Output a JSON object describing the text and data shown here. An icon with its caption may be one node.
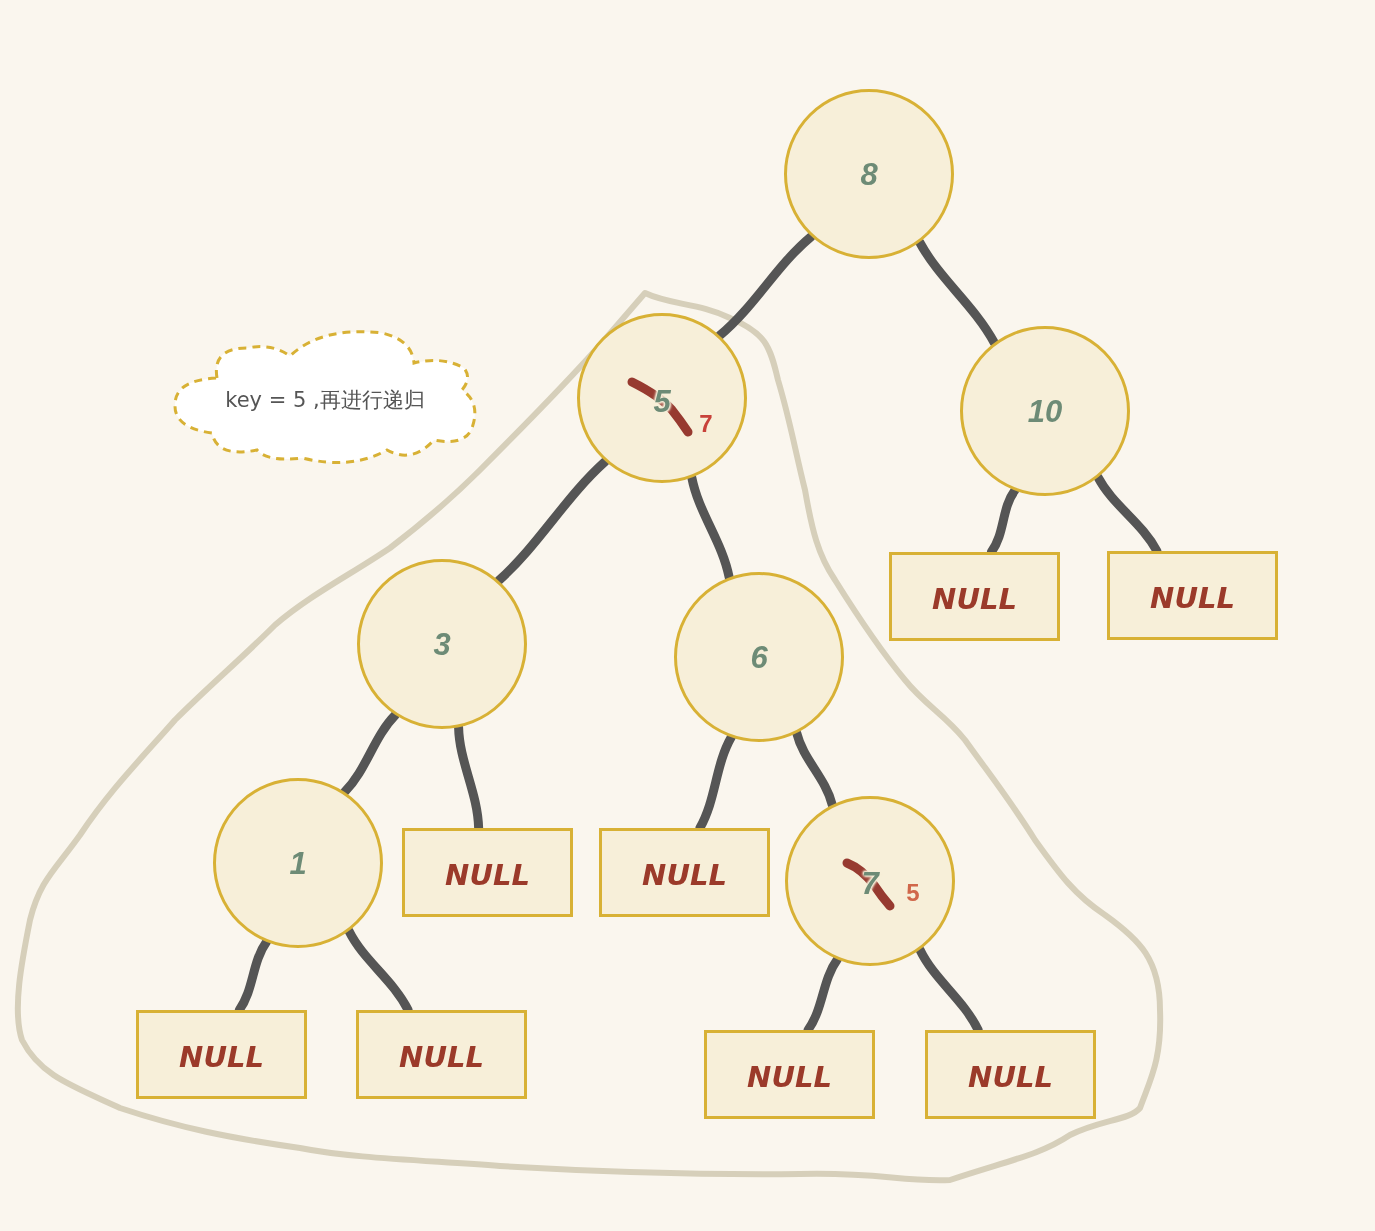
{
  "diagram": {
    "nodes": [
      {
        "text": [
          "8"
        ]
      },
      {
        "text": [
          "key = 5 ,再进行递归"
        ]
      },
      {
        "text": [
          "5",
          "7"
        ]
      },
      {
        "text": [
          "10"
        ]
      },
      {
        "text": [
          "3"
        ]
      },
      {
        "text": [
          "6"
        ]
      },
      {
        "text": [
          "NULL"
        ]
      },
      {
        "text": [
          "NULL"
        ]
      },
      {
        "text": [
          "1"
        ]
      },
      {
        "text": [
          "NULL"
        ]
      },
      {
        "text": [
          "NULL"
        ]
      },
      {
        "text": [
          "7",
          "5"
        ]
      },
      {
        "text": [
          "NULL"
        ]
      },
      {
        "text": [
          "NULL"
        ]
      },
      {
        "text": [
          "NULL"
        ]
      },
      {
        "text": [
          "NULL"
        ]
      }
    ],
    "edges": [
      {
        "from": 0,
        "to": 2,
        "arrow": "none"
      },
      {
        "from": 0,
        "to": 3,
        "arrow": "none"
      },
      {
        "from": 2,
        "to": 4,
        "arrow": "none"
      },
      {
        "from": 2,
        "to": 5,
        "arrow": "none"
      },
      {
        "from": 3,
        "to": 6,
        "arrow": "none"
      },
      {
        "from": 3,
        "to": 7,
        "arrow": "none"
      },
      {
        "from": 4,
        "to": 8,
        "arrow": "none"
      },
      {
        "from": 4,
        "to": 9,
        "arrow": "none"
      },
      {
        "from": 5,
        "to": 10,
        "arrow": "none"
      },
      {
        "from": 5,
        "to": 11,
        "arrow": "none"
      },
      {
        "from": 8,
        "to": 12,
        "arrow": "none"
      },
      {
        "from": 8,
        "to": 13,
        "arrow": "none"
      },
      {
        "from": 11,
        "to": 14,
        "arrow": "none"
      },
      {
        "from": 11,
        "to": 15,
        "arrow": "none"
      }
    ]
  }
}
